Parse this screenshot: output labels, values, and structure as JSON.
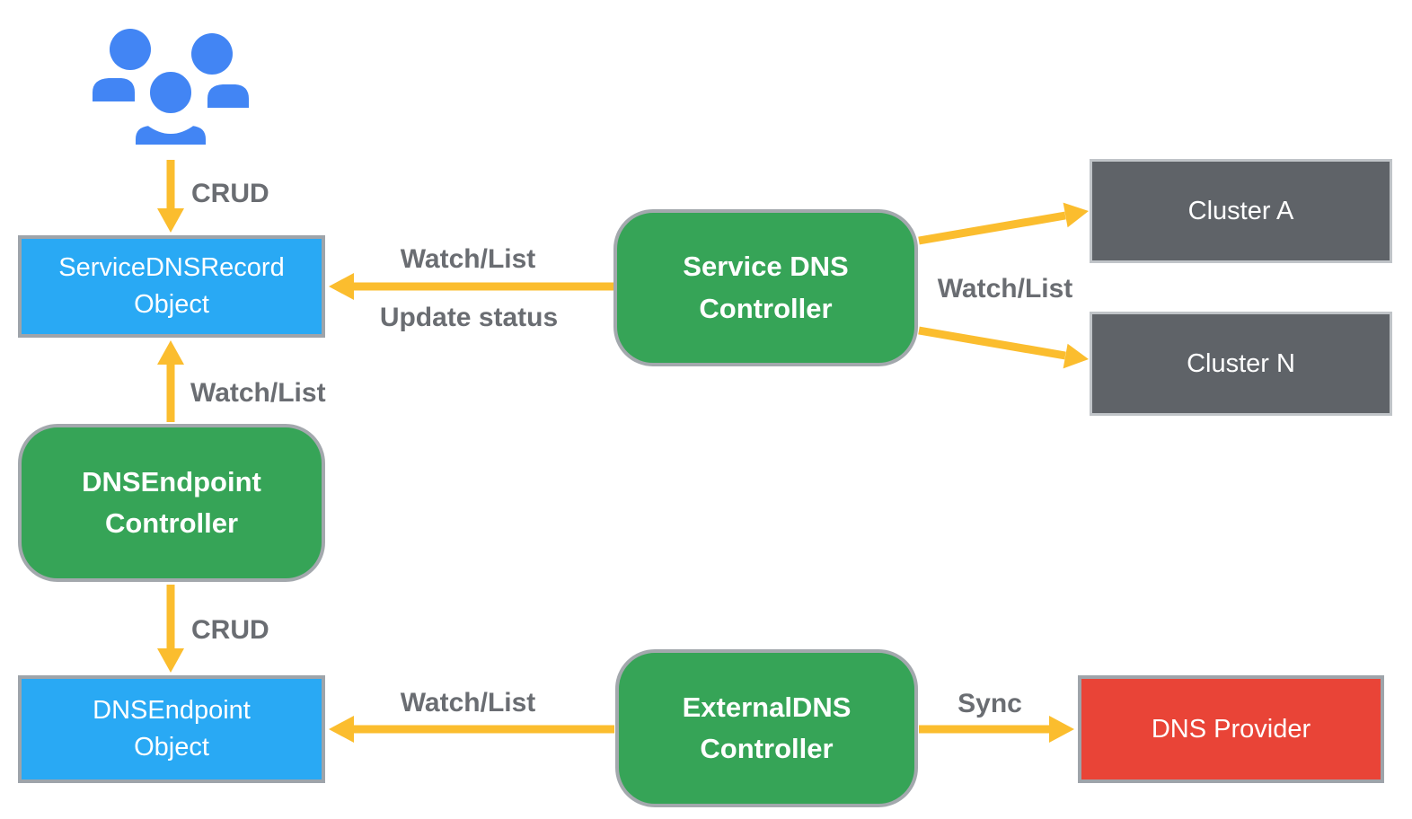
{
  "diagram": {
    "colors": {
      "object_blue": "#29A9F4",
      "controller_green": "#36A457",
      "cluster_gray": "#5F6368",
      "provider_red": "#E94437",
      "arrow_yellow": "#FBBD2E",
      "edge_label_gray": "#6A6D72",
      "box_border_gray": "#9EA4AA",
      "users_icon_blue": "#4285F4",
      "node_text_white": "#FFFFFF"
    },
    "nodes": {
      "users": {
        "icon": "users-icon"
      },
      "service_dns_record_object": {
        "label": "ServiceDNSRecord\nObject"
      },
      "service_dns_controller": {
        "label": "Service DNS\nController"
      },
      "cluster_a": {
        "label": "Cluster A"
      },
      "cluster_n": {
        "label": "Cluster N"
      },
      "dns_endpoint_controller": {
        "label": "DNSEndpoint\nController"
      },
      "dns_endpoint_object": {
        "label": "DNSEndpoint\nObject"
      },
      "external_dns_controller": {
        "label": "ExternalDNS\nController"
      },
      "dns_provider": {
        "label": "DNS Provider"
      }
    },
    "edge_labels": {
      "crud_top": "CRUD",
      "watch_list_mid": "Watch/List",
      "update_status": "Update status",
      "watch_list_clusters": "Watch/List",
      "watch_list_endpoint": "Watch/List",
      "crud_bottom": "CRUD",
      "watch_list_bottom": "Watch/List",
      "sync": "Sync"
    }
  }
}
